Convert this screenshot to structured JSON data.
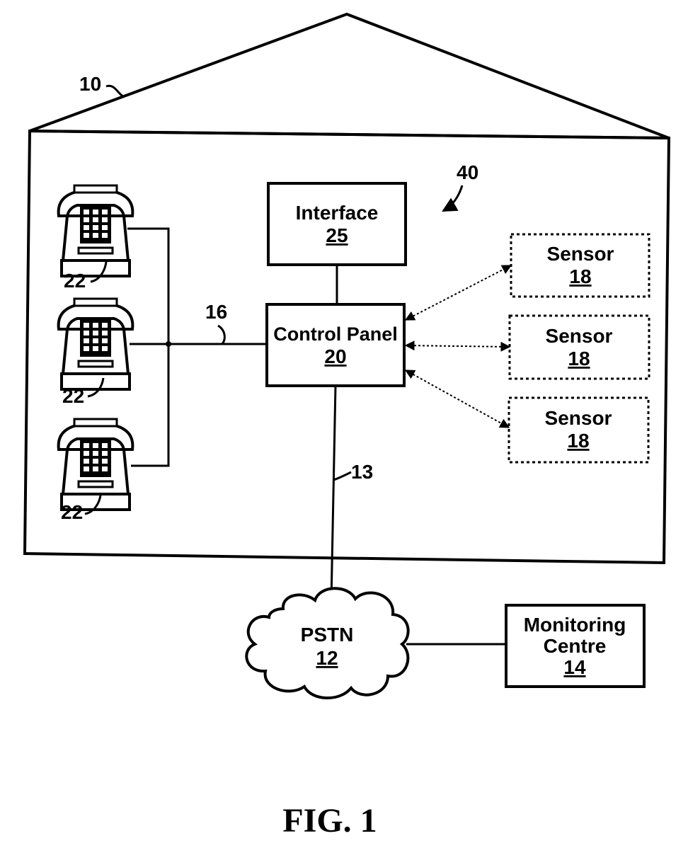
{
  "figure": {
    "caption": "FIG. 1",
    "house_ref": "10",
    "system_ref": "40"
  },
  "interface": {
    "label": "Interface",
    "num": "25"
  },
  "control_panel": {
    "label": "Control Panel",
    "num": "20"
  },
  "sensors": [
    {
      "label": "Sensor",
      "num": "18"
    },
    {
      "label": "Sensor",
      "num": "18"
    },
    {
      "label": "Sensor",
      "num": "18"
    }
  ],
  "phones": [
    {
      "ref": "22"
    },
    {
      "ref": "22"
    },
    {
      "ref": "22"
    }
  ],
  "phone_line_ref": "16",
  "pstn_line_ref": "13",
  "pstn": {
    "label": "PSTN",
    "num": "12"
  },
  "monitoring_centre": {
    "label_line1": "Monitoring",
    "label_line2": "Centre",
    "num": "14"
  }
}
